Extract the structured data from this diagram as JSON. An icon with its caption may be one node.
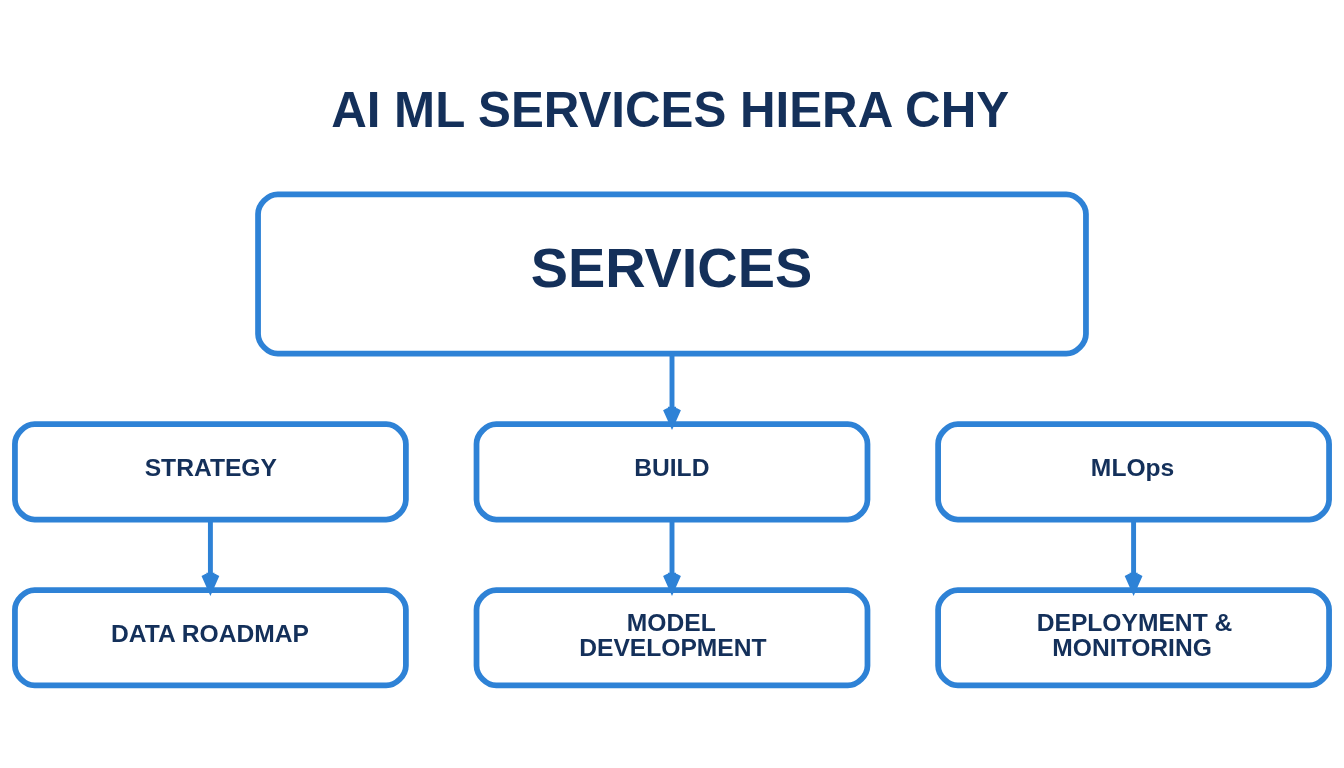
{
  "diagram": {
    "title": "AI ML SERVICES HIERA CHY",
    "nodes": [
      {
        "text": [
          "SERVICES"
        ]
      },
      {
        "text": [
          "STRATEGY"
        ]
      },
      {
        "text": [
          "BUILD"
        ]
      },
      {
        "text": [
          "MLOps"
        ]
      },
      {
        "text": [
          "DATA ROADMAP"
        ]
      },
      {
        "text": [
          "MODEL DEVELOPMENT"
        ]
      },
      {
        "text": [
          "DEPLOYMENT & MONITORING"
        ]
      }
    ],
    "edges": [
      {
        "from": 0,
        "to": 2,
        "arrow": "to"
      },
      {
        "from": 1,
        "to": 4,
        "arrow": "to"
      },
      {
        "from": 2,
        "to": 5,
        "arrow": "to"
      },
      {
        "from": 3,
        "to": 6,
        "arrow": "to"
      }
    ]
  }
}
